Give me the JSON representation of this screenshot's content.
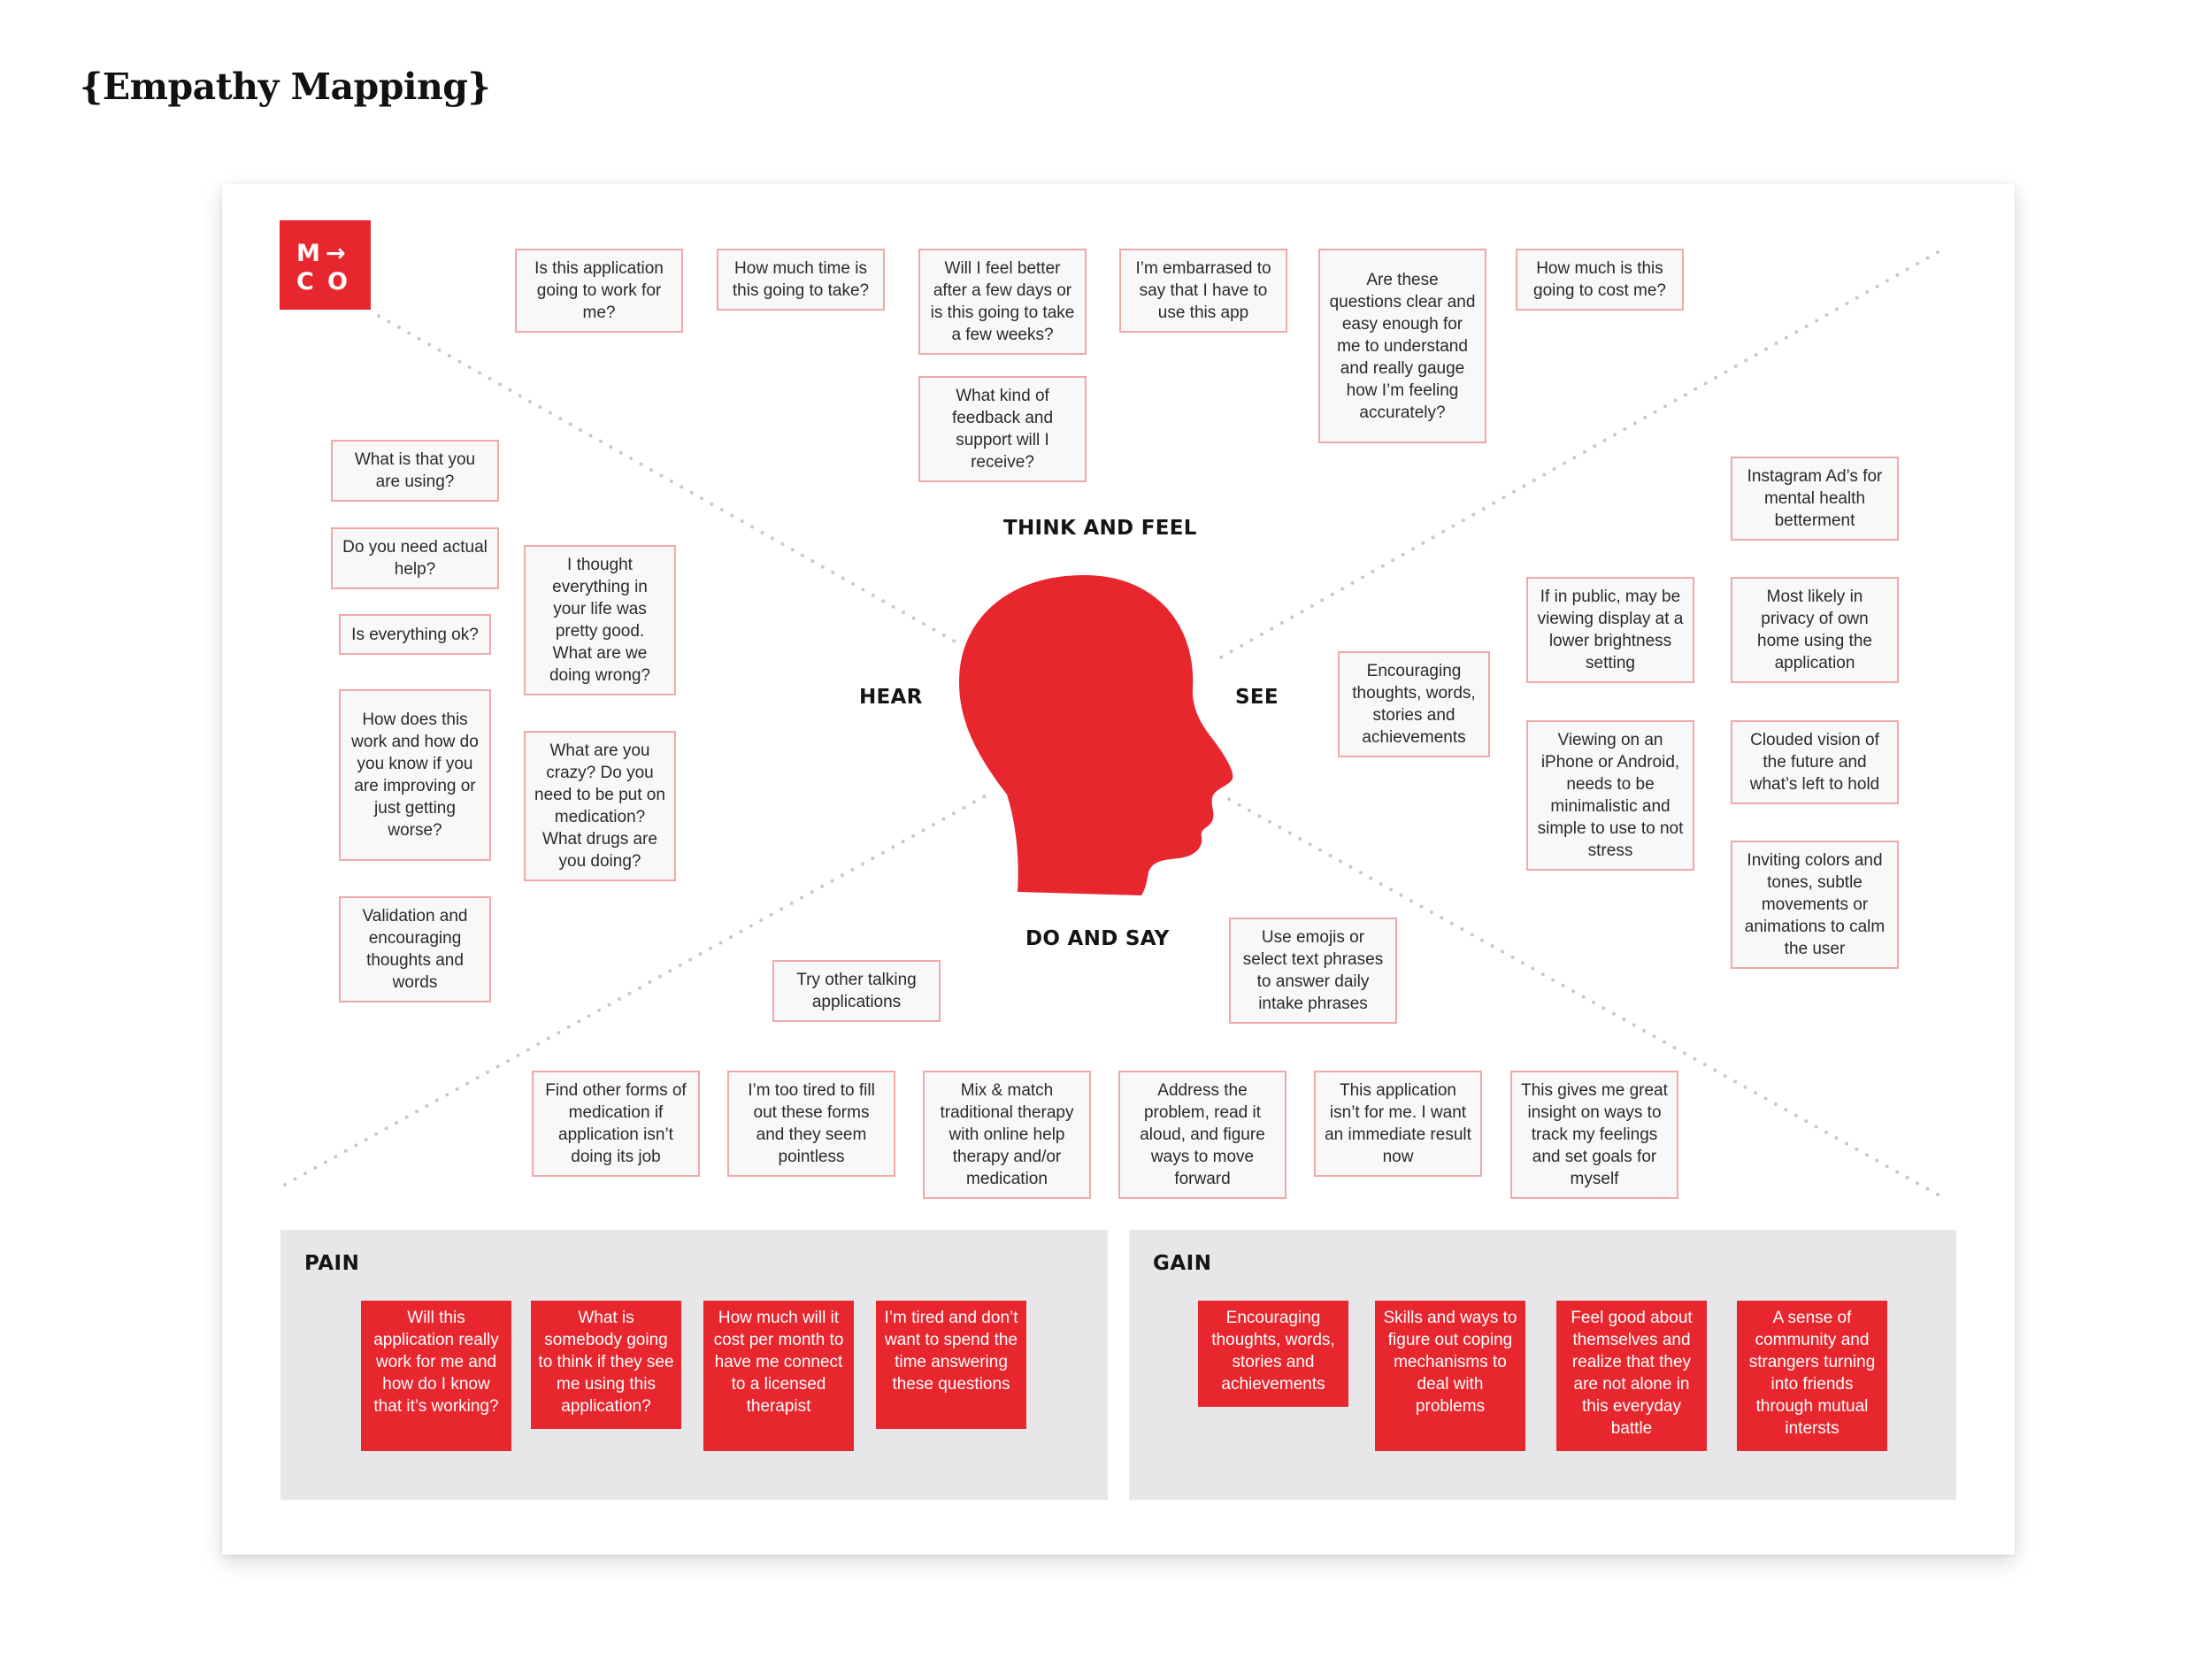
{
  "title": "{Empathy Mapping}",
  "logo": {
    "letters": [
      "M",
      "C",
      "O"
    ],
    "arrow": "→",
    "color": "#e8262e"
  },
  "colors": {
    "accent": "#e8262e",
    "note_border": "#f0a9a9",
    "panel": "#e7e7e9"
  },
  "quadrants": {
    "think": "THINK AND FEEL",
    "hear": "HEAR",
    "see": "SEE",
    "do": "DO AND SAY"
  },
  "think_notes": [
    "Is this application going to work for me?",
    "How much time is this going to take?",
    "Will I feel better after a few days or is this going to take a few weeks?",
    "I’m embarrased to say that I have to use this app",
    "Are these questions clear and easy enough for me to understand and really gauge how I’m feeling accurately?",
    "How much is this going to cost me?",
    "What kind of feedback and support will I receive?"
  ],
  "hear_notes": [
    "What is that you are using?",
    "Do you need actual help?",
    "Is everything ok?",
    "How does this work and how do you know if you are improving or just getting worse?",
    "Validation and encouraging thoughts and words",
    "I thought everything in your life was pretty good. What are we doing wrong?",
    "What are you crazy? Do you need to be put on medication? What drugs are you doing?"
  ],
  "see_notes": [
    "Instagram Ad’s for mental health betterment",
    "If in public, may be viewing display at a lower brightness setting",
    "Most likely in privacy of own home using the application",
    "Encouraging thoughts, words, stories and achievements",
    "Viewing on an iPhone or Android, needs to be minimalistic and simple to use to not stress",
    "Clouded vision of the future and what’s left to hold",
    "Inviting colors and tones, subtle movements or animations to calm the user"
  ],
  "do_notes": [
    "Try other talking applications",
    "Use emojis or select text phrases to answer daily intake phrases",
    "Find other forms of medication if application isn’t doing its job",
    "I’m too tired to fill out these forms and they seem pointless",
    "Mix & match traditional therapy with online help therapy and/or medication",
    "Address the problem, read it aloud, and figure ways to move forward",
    "This application isn’t for me. I want an immediate result now",
    "This gives me great insight on ways to track my feelings and set goals for myself"
  ],
  "pain": {
    "label": "PAIN",
    "items": [
      "Will this application really work for me and how do I know that it’s working?",
      "What is somebody going to think if they see me using this application?",
      "How much will it cost per month to have me connect to a licensed therapist",
      "I’m tired and don’t want to spend the time answering these questions"
    ]
  },
  "gain": {
    "label": "GAIN",
    "items": [
      "Encouraging thoughts, words, stories and achievements",
      "Skills and ways to figure out coping mechanisms to deal with problems",
      "Feel good about themselves and realize that they are not alone in this everyday battle",
      "A sense of community and strangers turning into friends through mutual intersts"
    ]
  }
}
